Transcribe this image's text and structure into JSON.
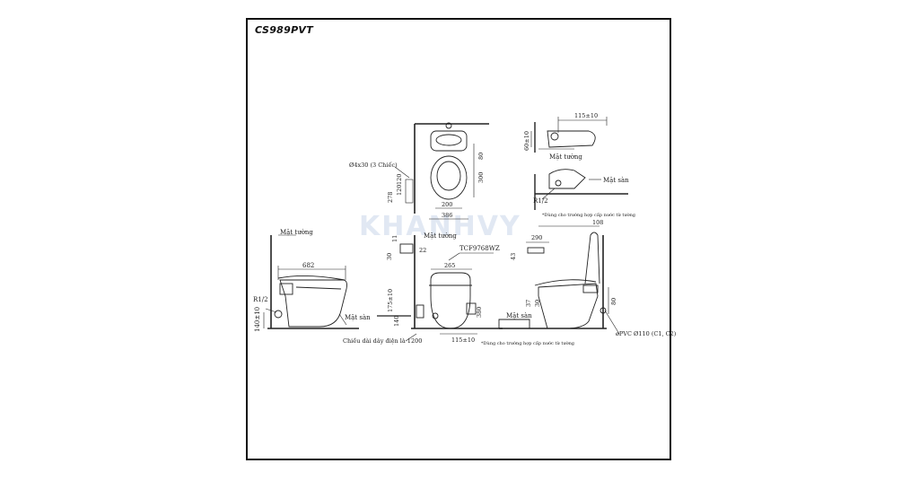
{
  "model": "CS989PVT",
  "watermark": "KHANHVY",
  "labels": {
    "mat_tuong": "Mặt tường",
    "mat_san": "Mặt sàn",
    "r12": "R1/2",
    "screw": "Ø4x30 (3 Chiếc)",
    "tcf": "TCF9768WZ",
    "cable": "Chiều dài dây điện là 1200",
    "note": "*Dùng cho trường hợp cấp nước từ tường",
    "pvc": "øPVC Ø110 (C1, C2)"
  },
  "dims": {
    "d682": "682",
    "d140": "140±10",
    "d278": "278",
    "d120a": "120",
    "d120b": "120",
    "d80": "80",
    "d300": "300",
    "d200": "200",
    "d386": "386",
    "d11": "11",
    "d22": "22",
    "d30": "30",
    "d265": "265",
    "d175": "175±10",
    "d140b": "140",
    "d380": "380",
    "d115b": "115±10",
    "d115t": "115±10",
    "d60": "60±10",
    "d290": "290",
    "d43": "43",
    "d108": "108",
    "d37": "37",
    "d30b": "30",
    "d80b": "80"
  }
}
